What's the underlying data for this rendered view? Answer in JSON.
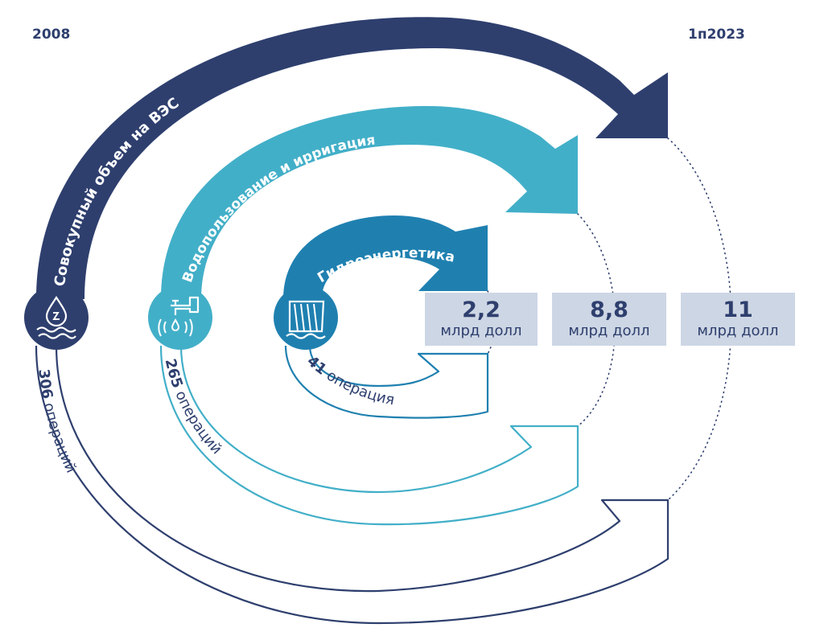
{
  "years": {
    "start": "2008",
    "end": "1п2023"
  },
  "rings": {
    "outer": {
      "label": "Совокупный объем на ВЭС",
      "count_num": "306",
      "count_word": "операций",
      "color": "#2e3f6e"
    },
    "middle": {
      "label": "Водопользование и ирригация",
      "count_num": "265",
      "count_word": "операций",
      "color": "#42afc8"
    },
    "inner": {
      "label": "Гидроэнергетика",
      "count_num": "41",
      "count_word": "операция",
      "color": "#1f80b0"
    }
  },
  "values": [
    {
      "amount": "2,2",
      "unit": "млрд долл"
    },
    {
      "amount": "8,8",
      "unit": "млрд долл"
    },
    {
      "amount": "11",
      "unit": "млрд долл"
    }
  ],
  "icons": {
    "outer": "water-drop-waves-icon",
    "middle": "water-tap-icon",
    "inner": "hydro-dam-icon"
  }
}
